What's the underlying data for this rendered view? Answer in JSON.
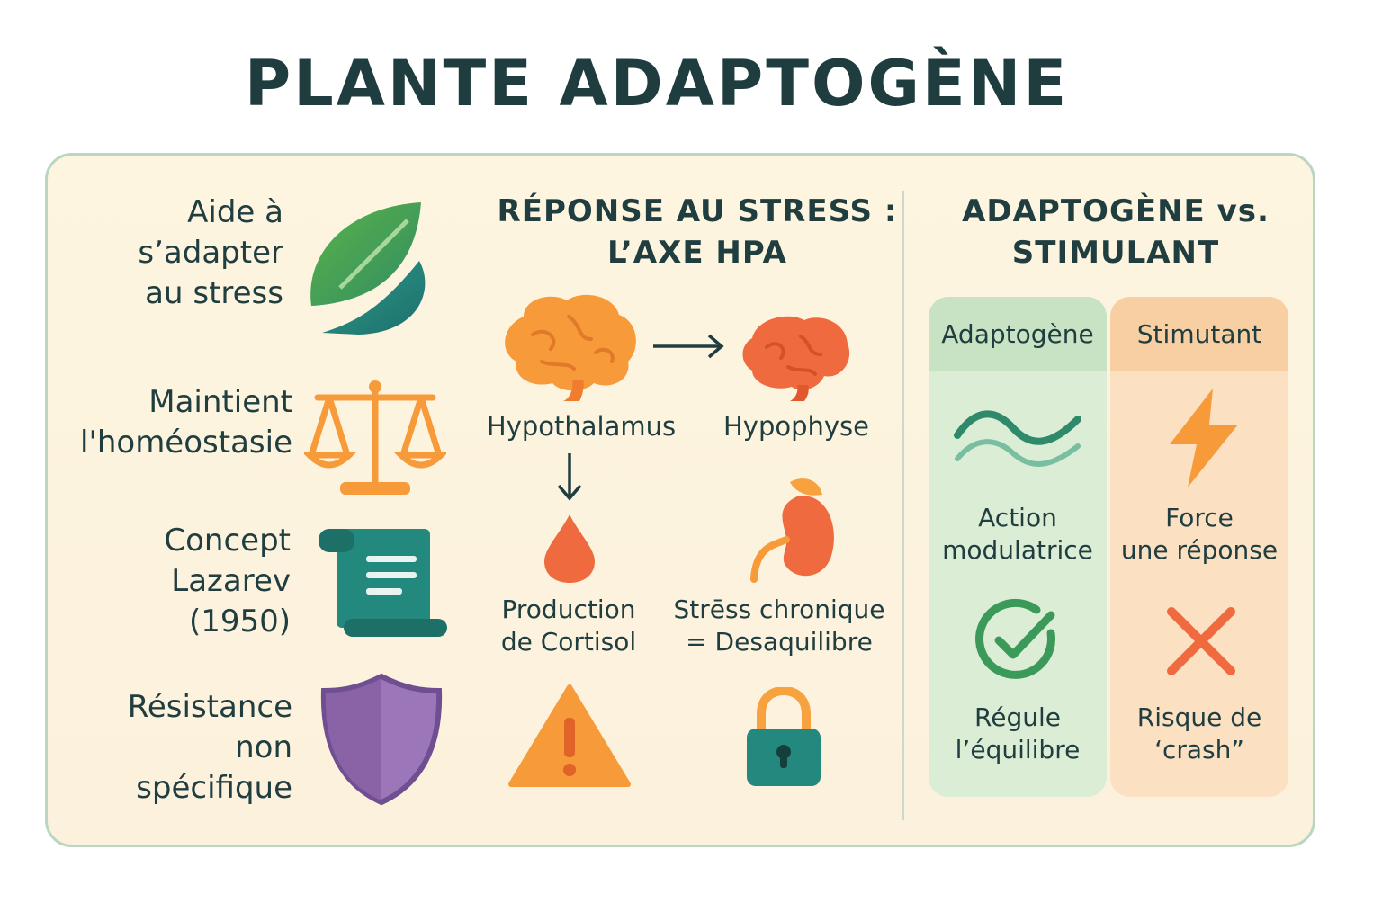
{
  "title": "PLANTE ADAPTOGÈNE",
  "left": {
    "items": [
      {
        "lines": [
          "Aide à",
          "s’adapter",
          "au stress"
        ],
        "icon": "leaf-icon"
      },
      {
        "lines": [
          "Maintient",
          "l'homéostasie"
        ],
        "icon": "scales-icon"
      },
      {
        "lines": [
          "Concept",
          "Lazarev",
          "(1950)"
        ],
        "icon": "scroll-icon"
      },
      {
        "lines": [
          "Résistance",
          "non",
          "spécifique"
        ],
        "icon": "shield-icon"
      }
    ]
  },
  "middle": {
    "heading_line1": "RÉPONSE AU STRESS :",
    "heading_line2": "L’AXE HPA",
    "hypothalamus": "Hypothalamus",
    "hypophyse": "Hypophyse",
    "cortisol_line1": "Production",
    "cortisol_line2": "de Cortisol",
    "chronic_line1": "Strēss chronique",
    "chronic_line2": "= Desaquilibre"
  },
  "right": {
    "heading_line1": "ADAPTOGÈNE vs.",
    "heading_line2": "STIMULANT",
    "adaptogene": {
      "header": "Adaptogène",
      "item1_line1": "Action",
      "item1_line2": "modulatrice",
      "item2_line1": "Régule",
      "item2_line2": "l’équilibre"
    },
    "stimulant": {
      "header": "Stimutant",
      "item1_line1": "Force",
      "item1_line2": "une réponse",
      "item2_line1": "Risque de",
      "item2_line2": "‘crash”"
    }
  },
  "colors": {
    "orange": "#f79a3a",
    "coral": "#f06a3f",
    "teal": "#23897e",
    "green": "#3b9a5a",
    "purple": "#8a63a6",
    "dark": "#203e40"
  }
}
